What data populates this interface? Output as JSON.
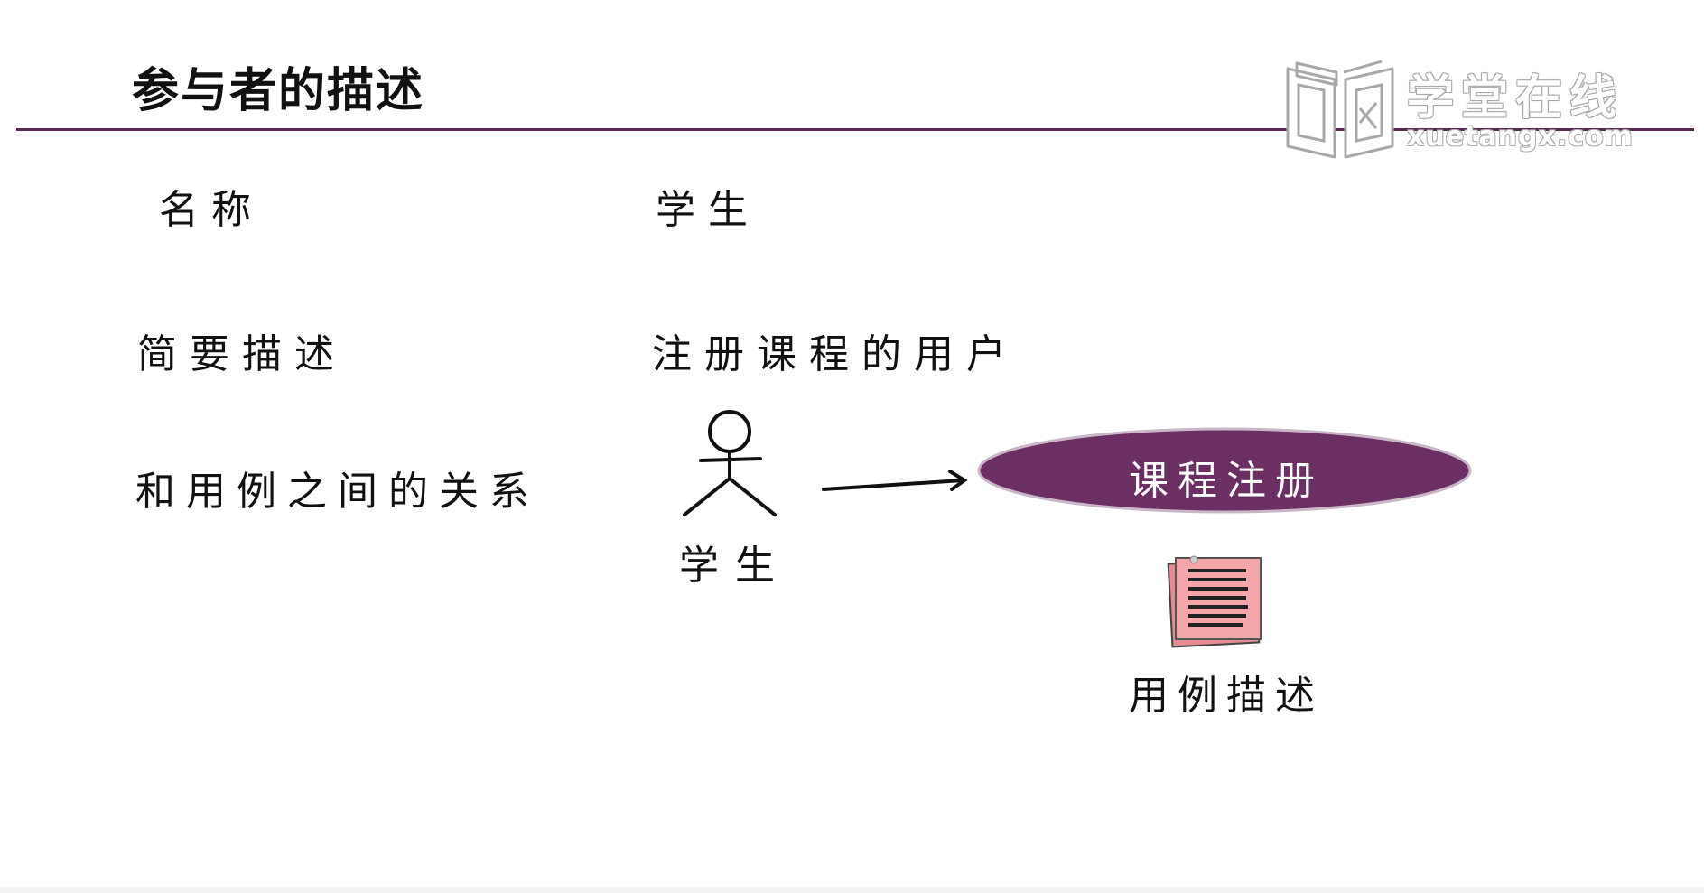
{
  "slide": {
    "title": "参与者的描述",
    "logo": {
      "cn_text": "学堂在线",
      "en_text": "xuetangx.com"
    },
    "rows": [
      {
        "label": "名称",
        "value": "学生"
      },
      {
        "label": "简要描述",
        "value": "注册课程的用户"
      },
      {
        "label": "和用例之间的关系",
        "value": ""
      }
    ],
    "diagram": {
      "actor_label": "学生",
      "use_case_label": "课程注册",
      "document_label": "用例描述"
    },
    "colors": {
      "accent": "#6b2f63",
      "rule": "#5a2a55",
      "document": "#f4a5a9"
    }
  }
}
